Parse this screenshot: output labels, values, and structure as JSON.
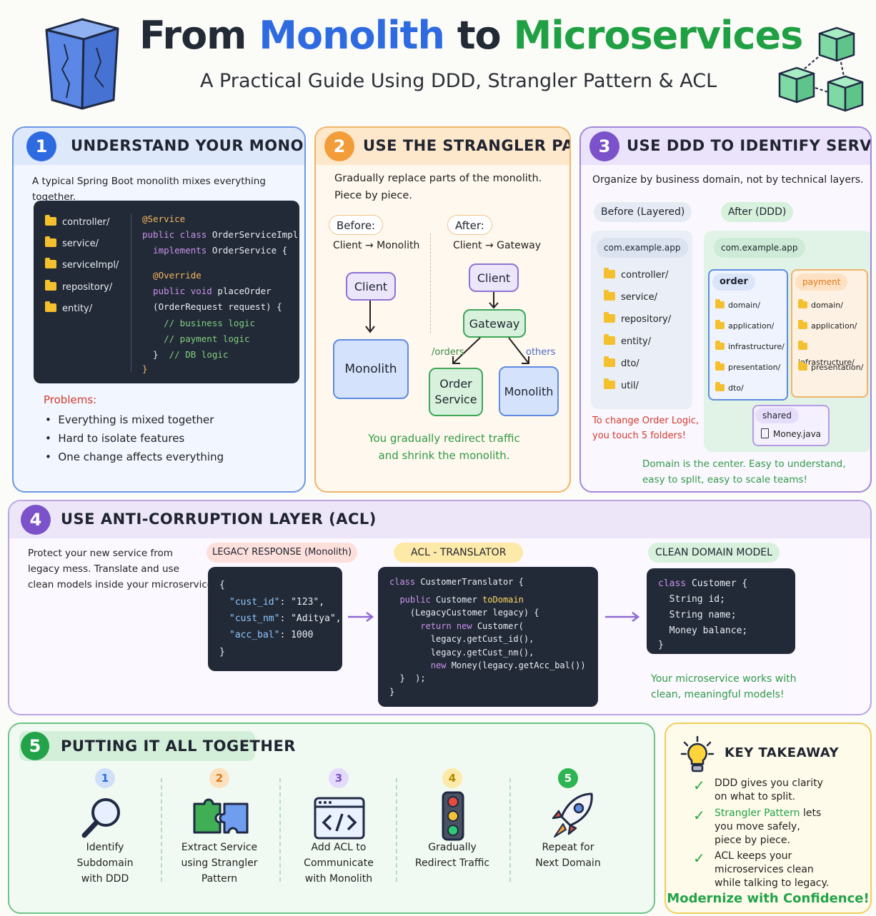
{
  "header": {
    "title_from": "From",
    "title_monolith": "Monolith",
    "title_to": "to",
    "title_micro": "Microservices",
    "subtitle": "A Practical Guide Using DDD, Strangler Pattern & ACL"
  },
  "s1": {
    "num": "1",
    "title": "UNDERSTAND YOUR MONOLITH",
    "intro": "A typical Spring Boot monolith mixes everything together.",
    "folders": [
      "controller/",
      "service/",
      "serviceImpl/",
      "repository/",
      "entity/"
    ],
    "code": {
      "l1": "@Service",
      "l2a": "public class ",
      "l2b": "OrderServiceImpl",
      "l3a": "  implements ",
      "l3b": "OrderService {",
      "l4": "  @Override",
      "l5a": "  public void ",
      "l5b": "placeOrder",
      "l6": "  (OrderRequest request) {",
      "l7": "    // business logic",
      "l8": "    // payment logic",
      "l9a": "  }  ",
      "l9b": "// DB logic",
      "l10": "}"
    },
    "problems_title": "Problems:",
    "problems": [
      "Everything is mixed together",
      "Hard to isolate features",
      "One change affects everything"
    ]
  },
  "s2": {
    "num": "2",
    "title": "USE THE STRANGLER PATTERN",
    "intro1": "Gradually replace parts of the monolith.",
    "intro2": "Piece by piece.",
    "before": "Before:",
    "before_flow": "Client → Monolith",
    "after": "After:",
    "after_flow": "Client → Gateway",
    "client": "Client",
    "monolith": "Monolith",
    "gateway": "Gateway",
    "orders_label": "/orders",
    "others_label": "others",
    "order_service": "Order Service",
    "monolith2": "Monolith",
    "caption1": "You gradually redirect traffic",
    "caption2": "and shrink the monolith."
  },
  "s3": {
    "num": "3",
    "title": "USE DDD TO IDENTIFY SERVICES",
    "intro": "Organize by business domain, not by technical layers.",
    "before_label": "Before (Layered)",
    "after_label": "After (DDD)",
    "pkg_before": "com.example.app",
    "pkg_after": "com.example.app",
    "layered_folders": [
      "controller/",
      "service/",
      "repository/",
      "entity/",
      "dto/",
      "util/"
    ],
    "note1": "To change Order Logic,",
    "note2": "you touch 5 folders!",
    "order": "order",
    "order_folders": [
      "domain/",
      "application/",
      "infrastructure/",
      "presentation/",
      "dto/"
    ],
    "payment": "payment",
    "payment_folders": [
      "domain/",
      "application/",
      "infrastructure/",
      "presentation/"
    ],
    "shared": "shared",
    "money": "Money.java",
    "caption1": "Domain is the center. Easy to understand,",
    "caption2": "easy to split, easy to scale teams!"
  },
  "s4": {
    "num": "4",
    "title": "USE ANTI-CORRUPTION LAYER (ACL)",
    "intro1": "Protect your new service from",
    "intro2": "legacy mess. Translate and use",
    "intro3": "clean models inside your microservice.",
    "legacy_label": "LEGACY RESPONSE (Monolith)",
    "acl_label": "ACL - TRANSLATOR",
    "clean_label": "CLEAN DOMAIN MODEL",
    "legacy_code": {
      "open": "{",
      "k1": "\"cust_id\"",
      "v1": ": \"123\",",
      "k2": "\"cust_nm\"",
      "v2": ": \"Aditya\",",
      "k3": "\"acc_bal\"",
      "v3": ": 1000",
      "close": "}"
    },
    "acl_code": {
      "l1a": "class ",
      "l1b": "CustomerTranslator {",
      "l2a": "  public ",
      "l2b": "Customer ",
      "l2c": "toDomain",
      "l3": "    (LegacyCustomer legacy) {",
      "l4a": "      return new ",
      "l4b": "Customer(",
      "l5": "        legacy.getCust_id(),",
      "l6": "        legacy.getCust_nm(),",
      "l7a": "        new ",
      "l7b": "Money(legacy.getAcc_bal())",
      "l8": "  }  );",
      "l9": "}"
    },
    "clean_code": {
      "l1a": "class ",
      "l1b": "Customer {",
      "l2": "  String id;",
      "l3": "  String name;",
      "l4": "  Money balance;",
      "l5": "}"
    },
    "caption1": "Your microservice works with",
    "caption2": "clean, meaningful models!"
  },
  "s5": {
    "num": "5",
    "title": "PUTTING IT ALL TOGETHER",
    "steps": [
      {
        "num": "1",
        "l1": "Identify",
        "l2": "Subdomain",
        "l3": "with DDD",
        "icon": "magnifier-icon"
      },
      {
        "num": "2",
        "l1": "Extract Service",
        "l2": "using Strangler",
        "l3": "Pattern",
        "icon": "puzzle-icon"
      },
      {
        "num": "3",
        "l1": "Add ACL to",
        "l2": "Communicate",
        "l3": "with Monolith",
        "icon": "code-window-icon"
      },
      {
        "num": "4",
        "l1": "Gradually",
        "l2": "Redirect Traffic",
        "l3": "",
        "icon": "traffic-light-icon"
      },
      {
        "num": "5",
        "l1": "Repeat for",
        "l2": "Next Domain",
        "l3": "",
        "icon": "rocket-icon"
      }
    ]
  },
  "takeaway": {
    "title": "KEY TAKEAWAY",
    "i1a": "DDD gives you clarity",
    "i1b": "on what to split.",
    "i2hl": "Strangler Pattern",
    "i2a": " lets",
    "i2b": "you move safely,",
    "i2c": "piece by piece.",
    "i3a": "ACL keeps your",
    "i3b": "microservices clean",
    "i3c": "while talking to legacy.",
    "footer": "Modernize with Confidence!"
  },
  "colors": {
    "blue": "#2f6be0",
    "green": "#1fa043",
    "orange": "#f39c3a",
    "purple": "#7b52c9",
    "dark_code": "#232a37"
  }
}
